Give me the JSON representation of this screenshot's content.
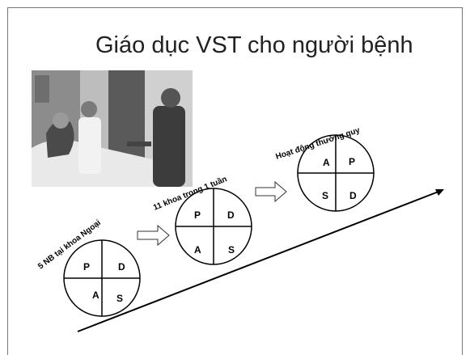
{
  "slide": {
    "title": "Giáo dục VST cho người bệnh",
    "photo_icon": "hospital-photo"
  },
  "cycles": [
    {
      "stage_label": "5 NB tại khoa Ngoại",
      "quadrants": {
        "tl": "P",
        "tr": "D",
        "bl": "A",
        "br": "S"
      }
    },
    {
      "stage_label": "11 khoa trong 1 tuần",
      "quadrants": {
        "tl": "P",
        "tr": "D",
        "bl": "A",
        "br": "S"
      }
    },
    {
      "stage_label": "Hoạt động thường quy",
      "quadrants": {
        "tl": "A",
        "tr": "P",
        "bl": "S",
        "br": "D"
      }
    }
  ],
  "colors": {
    "stroke": "#000000",
    "text": "#222222"
  }
}
